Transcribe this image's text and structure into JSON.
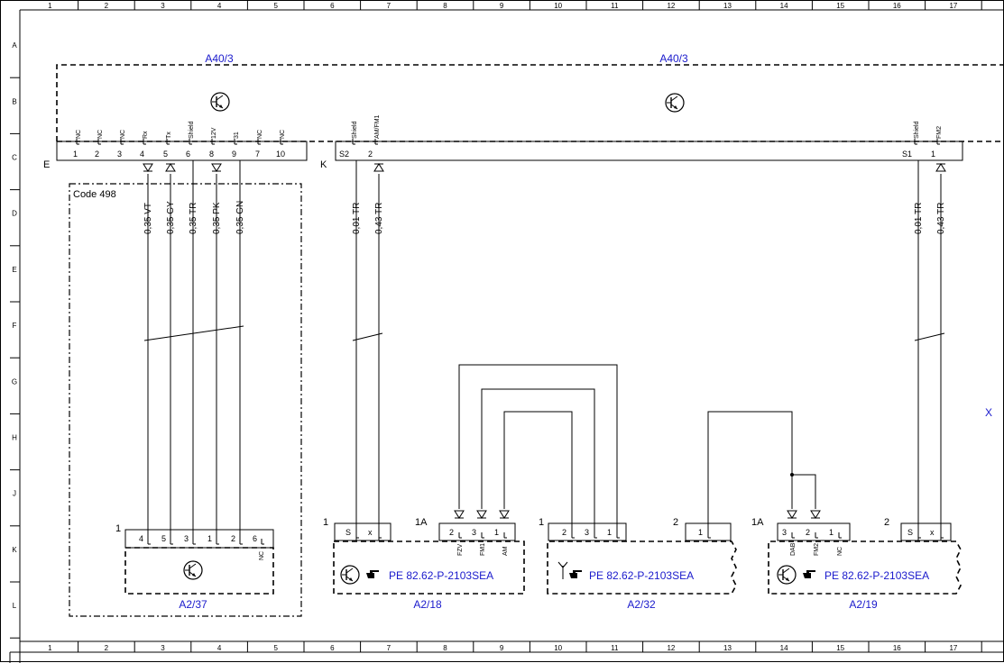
{
  "frame": {
    "columns": [
      "1",
      "2",
      "3",
      "4",
      "5",
      "6",
      "7",
      "8",
      "9",
      "10",
      "11",
      "12",
      "13",
      "14",
      "15",
      "16",
      "17"
    ],
    "rows": [
      "A",
      "B",
      "C",
      "D",
      "E",
      "F",
      "G",
      "H",
      "J",
      "K",
      "L"
    ]
  },
  "modules": {
    "top_left_label": "A40/3",
    "top_right_label": "A40/3",
    "offpage_label": "X",
    "bottom": [
      {
        "label": "A2/37"
      },
      {
        "label": "A2/18",
        "ref": "PE 82.62-P-2103SEA"
      },
      {
        "label": "A2/32",
        "ref": "PE 82.62-P-2103SEA"
      },
      {
        "label": "A2/19",
        "ref": "PE 82.62-P-2103SEA"
      }
    ]
  },
  "connector_E": {
    "letter": "E",
    "pins": [
      {
        "num": "1",
        "name": "NC"
      },
      {
        "num": "2",
        "name": "NC"
      },
      {
        "num": "3",
        "name": "NC"
      },
      {
        "num": "4",
        "name": "Rx"
      },
      {
        "num": "5",
        "name": "Tx"
      },
      {
        "num": "6",
        "name": "Shield"
      },
      {
        "num": "8",
        "name": "12V"
      },
      {
        "num": "9",
        "name": "31"
      },
      {
        "num": "7",
        "name": "NC"
      },
      {
        "num": "10",
        "name": "NC"
      }
    ]
  },
  "connector_K": {
    "letter": "K",
    "pins": [
      {
        "num": "S2",
        "name": "Shield"
      },
      {
        "num": "2",
        "name": "AM/FM1"
      },
      {
        "num": "S1",
        "name": "Shield"
      },
      {
        "num": "1",
        "name": "FM2"
      }
    ]
  },
  "code_box": "Code 498",
  "wires": [
    "0,35 VT",
    "0,35 GY",
    "0,35 TR",
    "0,35 PK",
    "0,35 GN",
    "0,01 TR",
    "0,43 TR",
    "0,01 TR",
    "0,43 TR"
  ],
  "a237_connector": {
    "num": "1",
    "pins": [
      "4",
      "5",
      "3",
      "1",
      "2",
      "6"
    ],
    "nc": "NC"
  },
  "a218_connectors": [
    {
      "num": "1",
      "pins": [
        "S",
        "x"
      ]
    },
    {
      "num": "1A",
      "pins": [
        "2",
        "3",
        "1"
      ],
      "names": [
        "FZV",
        "FM1",
        "AM"
      ]
    }
  ],
  "a232_connectors": [
    {
      "num": "1",
      "pins": [
        "2",
        "3",
        "1"
      ]
    },
    {
      "num": "2",
      "pins": [
        "1"
      ]
    }
  ],
  "a219_connectors": [
    {
      "num": "1A",
      "pins": [
        "3",
        "2",
        "1"
      ],
      "names": [
        "DAB",
        "FM2",
        "NC"
      ]
    },
    {
      "num": "2",
      "pins": [
        "S",
        "x"
      ]
    }
  ],
  "icons": {
    "transistor": "transistor-icon",
    "hand": "pointing-hand-icon",
    "antenna": "antenna-icon"
  }
}
